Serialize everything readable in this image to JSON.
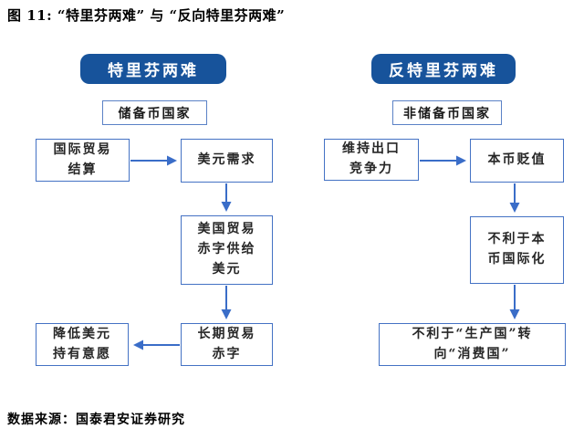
{
  "figure": {
    "title": "图 11: “特里芬两难” 与 “反向特里芬两难”",
    "source": "数据来源：国泰君安证券研究"
  },
  "colors": {
    "header_fill": "#17539B",
    "box_border": "#4472C4",
    "subbox_border": "#5B82C6",
    "arrow": "#3A6DC8",
    "node_text": "#262626",
    "header_text": "#FFFFFF"
  },
  "left_flow": {
    "header": "特里芬两难",
    "subheader": "储备币国家",
    "nodes": {
      "trade_settlement": "国际贸易\n结算",
      "dollar_demand": "美元需求",
      "us_deficit_supplies_dollar": "美国贸易\n赤字供给\n美元",
      "longterm_trade_deficit": "长期贸易\n赤字",
      "lower_dollar_holding_willingness": "降低美元\n持有意愿"
    }
  },
  "right_flow": {
    "header": "反特里芬两难",
    "subheader": "非储备币国家",
    "nodes": {
      "keep_export_competitiveness": "维持出口\n竞争力",
      "currency_depreciation": "本币贬值",
      "bad_for_internationalization": "不利于本\n币国际化",
      "bad_for_producer_to_consumer": "不利于“生产国”转\n向“消费国”"
    }
  }
}
